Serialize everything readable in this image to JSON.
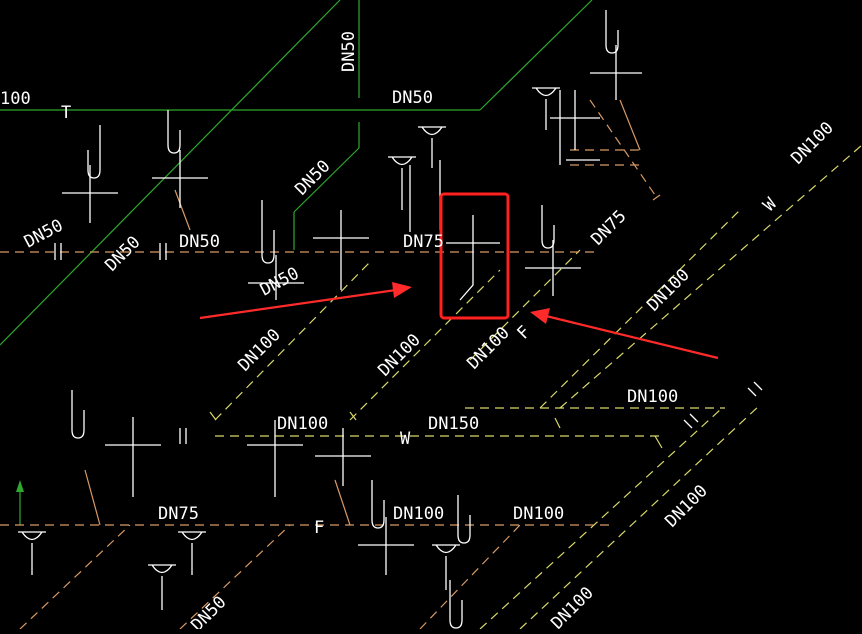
{
  "labels": {
    "dn100_edge": "100",
    "dn50_vertical": "DN50",
    "dn50_top": "DN50",
    "tee_t": "T",
    "dn50_diag_mid": "DN50",
    "dn50_left": "DN50",
    "dn50_lower_left": "DN50",
    "dn50_center": "DN50",
    "dn50_fixture": "DN50",
    "dn75_center": "DN75",
    "dn75_right": "DN75",
    "dn100_top_right": "DN100",
    "w_top_right": "W",
    "dn100_diag_right": "DN100",
    "dn100_diag_left": "DN100",
    "dn100_diag_mid": "DN100",
    "dn100_diag_box": "DN100",
    "f_marker": "F",
    "dn100_branch": "DN100",
    "dn100_lower_left": "DN100",
    "dn150": "DN150",
    "w_lower": "W",
    "dn75_bottom": "DN75",
    "f_bottom": "F",
    "dn100_bottom_mid": "DN100",
    "dn100_bottom_right": "DN100",
    "dn100_diag_bottom_right": "DN100",
    "dn100_bottom_edge": "DN100",
    "dn50_bottom_edge": "DN50"
  },
  "colors": {
    "background": "#000000",
    "pipe_white": "#ffffff",
    "pipe_green": "#2ea82e",
    "pipe_yellow": "#d8d86a",
    "pipe_orange": "#d89a66",
    "highlight": "#ff2020"
  }
}
